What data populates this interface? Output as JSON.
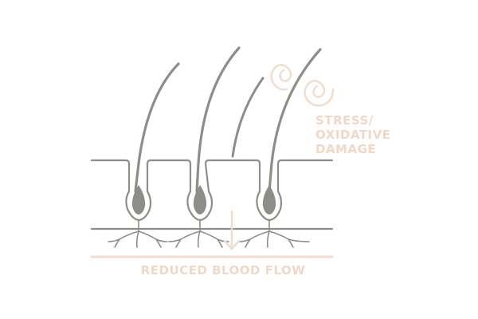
{
  "labels": {
    "stress_line1": "STRESS/",
    "stress_line2": "OXIDATIVE",
    "stress_line3": "DAMAGE",
    "blood_flow": "REDUCED BLOOD FLOW"
  },
  "icons": {
    "stress": "spiral-icon",
    "flow_direction": "down-arrow-icon"
  },
  "colors": {
    "hair": "#8e8e89",
    "skin_line": "#8e8e89",
    "accent": "#f2dccd",
    "accent_text": "#f0d8c6",
    "background": "#ffffff"
  }
}
